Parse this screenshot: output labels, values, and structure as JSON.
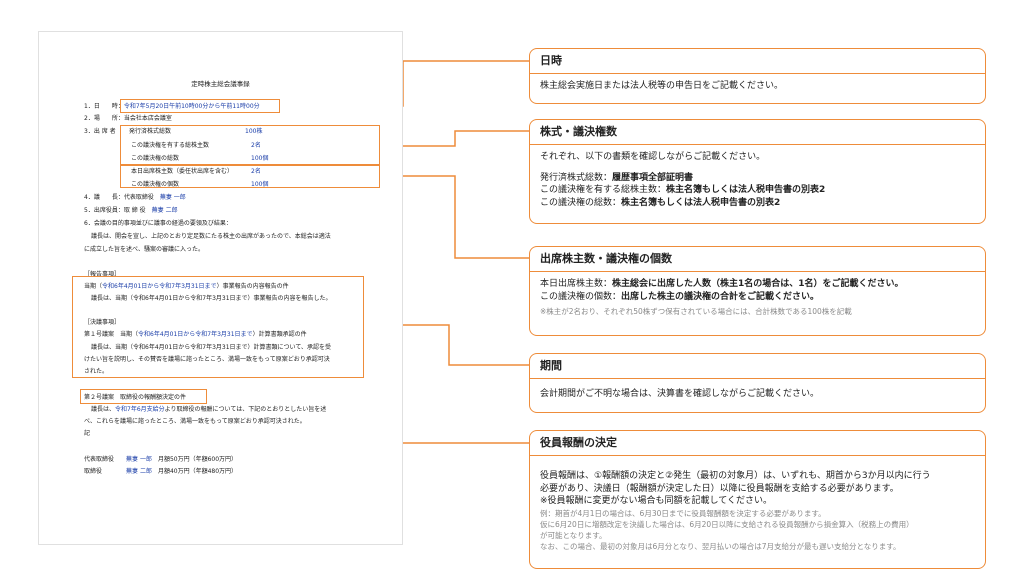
{
  "document": {
    "title": "定時株主総会議事録",
    "date_label": "1．日　　時：",
    "date_value": "令和7年5月20日午前10時00分から午前11時00分",
    "place": "2．場　　所：当会社本店会議室",
    "attendance_label": "3．出 席 者",
    "issued_shares_label": "発行済株式総数",
    "issued_shares_value": "100株",
    "holders_label": "この議決権を有する総株主数",
    "holders_value": "2名",
    "votes_total_label": "この議決権の総数",
    "votes_total_value": "100個",
    "present_label": "本日出席株主数（委任状出席を含む）",
    "present_value": "2名",
    "present_votes_label": "この議決権の個数",
    "present_votes_value": "100個",
    "chair_label": "4．議　　長：代表取締役",
    "chair_name": "蕪妻 一郎",
    "officer_label": "5．出席役員：取 締 役",
    "officer_name": "蕪妻 二郎",
    "agenda_intro": "6．会議の目的事項並びに議事の経過の要領及び結果：",
    "opening_1": "議長は、開会を宣し、上記のとおり定足数にたる株主の出席があったので、本総会は適法",
    "opening_2": "に成立した旨を述べ、騒案の審議に入った。",
    "report_heading": "［報告事項］",
    "report_line_pre": "当期（",
    "report_period": "令和6年4月01日から令和7年3月31日まで",
    "report_line_post": "）事業報告の内容報告の件",
    "report_detail": "議長は、当期（令和6年4月01日から令和7年3月31日まで）事業報告の内容を報告した。",
    "resolution_heading": "［決議事項］",
    "res1_pre": "第１号議案　当期（",
    "res1_period": "令和6年4月01日から令和7年3月31日まで",
    "res1_post": "）計算書類承認の件",
    "res1_detail_1": "議長は、当期（令和6年4月01日から令和7年3月31日まで）計算書類について、承認を受",
    "res1_detail_2": "けたい旨を説明し、その賛否を議場に諮ったところ、満場一致をもって原案どおり承認可決",
    "res1_detail_3": "された。",
    "res2_title": "第２号議案　取締役の報酬額決定の件",
    "res2_detail_pre": "議長は、",
    "res2_detail_blue": "令和7年6月支給分",
    "res2_detail_post": "より取締役の報酬については、下記のとおりとしたい旨を述",
    "res2_detail_2": "べ、これらを議場に諮ったところ、満場一致をもって原案どおり承認可決された。",
    "ki": "記",
    "pay1_title": "代表取締役",
    "pay1_name": "蕪妻 一郎",
    "pay1_amount": "月額50万円（年額600万円）",
    "pay2_title": "取締役",
    "pay2_name": "蕪妻 二郎",
    "pay2_amount": "月額40万円（年額480万円）"
  },
  "cards": {
    "date": {
      "header": "日時",
      "body": "株主総会実施日または法人税等の申告日をご記載ください。"
    },
    "shares": {
      "header": "株式・議決権数",
      "intro": "それぞれ、以下の書類を確認しながらご記載ください。",
      "l1_label": "発行済株式総数：",
      "l1_value": "履歴事項全部証明書",
      "l2_label": "この議決権を有する総株主数：",
      "l2_value": "株主名簿もしくは法人税申告書の別表2",
      "l3_label": "この議決権の総数：",
      "l3_value": "株主名簿もしくは法人税申告書の別表2"
    },
    "attendance": {
      "header": "出席株主数・議決権の個数",
      "l1_label": "本日出席株主数：",
      "l1_value": "株主総会に出席した人数（株主1名の場合は、1名）をご記載ください。",
      "l2_label": "この議決権の個数：",
      "l2_value": "出席した株主の議決権の合計をご記載ください。",
      "note": "※株主が2名おり、それぞれ50株ずつ保有されている場合には、合計株数である100株を記載"
    },
    "period": {
      "header": "期間",
      "body": "会計期間がご不明な場合は、決算書を確認しながらご記載ください。"
    },
    "compensation": {
      "header": "役員報酬の決定",
      "b1": "役員報酬は、①報酬額の決定と②発生（最初の対象月）は、いずれも、期首から3か月以内に行う",
      "b2": "必要があり、決議日（報酬額が決定した日）以降に役員報酬を支給する必要があります。",
      "b3": "※役員報酬に変更がない場合も同額を記載してください。",
      "n1": "例：期首が4月1日の場合は、6月30日までに役員報酬額を決定する必要があります。",
      "n2": "仮に6月20日に増額改定を決議した場合は、6月20日以降に支給される役員報酬から損金算入（税務上の費用）",
      "n3": "が可能となります。",
      "n4": "なお、この場合、最初の対象月は6月分となり、翌月払いの場合は7月支給分が最も遅い支給分となります。"
    }
  },
  "colors": {
    "accent": "#ee8c3a",
    "doc_blue": "#1a3da8"
  }
}
